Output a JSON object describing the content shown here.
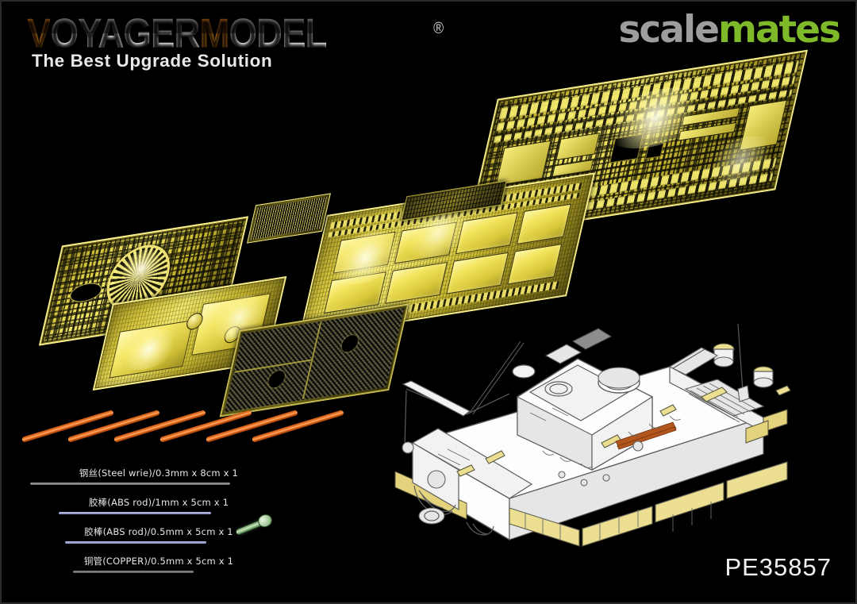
{
  "brand": {
    "logo_text_parts": [
      "VOYAGER",
      "MODEL"
    ],
    "logo_v": "V",
    "logo_oyager": "OYAGER",
    "logo_m": "M",
    "logo_odel": "ODEL",
    "registered_mark": "®",
    "tagline": "The Best Upgrade Solution",
    "accent_orange": "#f7941d",
    "accent_gray": "#d8d8d8"
  },
  "watermark": {
    "scale_text": "scale",
    "mates_text": "mates",
    "gray": "#9d9d9d",
    "green": "#7db928"
  },
  "product": {
    "code": "PE35857"
  },
  "parts_list": [
    {
      "label": "钢丝(Steel wrie)/0.3mm x 8cm x 1",
      "line_style": "steel"
    },
    {
      "label": "胶棒(ABS rod)/1mm x 5cm x 1",
      "line_style": "abs1"
    },
    {
      "label": "胶棒(ABS rod)/0.5mm x 5cm x 1",
      "line_style": "abs2"
    },
    {
      "label": "铜管(COPPER)/0.5mm x 5cm x 1",
      "line_style": "copper"
    }
  ],
  "frets": [
    {
      "id": "fret-main",
      "name": "main-detail-fret",
      "color": "#e8dc62"
    },
    {
      "id": "fret-skirt",
      "name": "side-skirt-fret",
      "color": "#f4e55f"
    },
    {
      "id": "fret-left-top",
      "name": "hatch-detail-fret",
      "color": "#efe273"
    },
    {
      "id": "fret-left-bot",
      "name": "engine-deck-panel-fret",
      "color": "#f5e765"
    },
    {
      "id": "fret-mesh",
      "name": "anti-slip-mesh-fret",
      "color": "#1b1a12"
    },
    {
      "id": "fret-screen",
      "name": "radiator-screen-fret",
      "color": "#e6dc78"
    },
    {
      "id": "fret-strip",
      "name": "small-strip-fret",
      "color": "#cdbd33"
    }
  ],
  "rods": {
    "count": 6,
    "color": "#f08030",
    "material": "copper-rod"
  },
  "tank": {
    "name": "tiger-i-assembly-diagram",
    "body_color": "#ffffff",
    "line_color": "#5a5a5a",
    "pe_highlight_color": "#e8dc8a",
    "tow_cable_color": "#b3561e"
  },
  "colors": {
    "background": "#000000",
    "border": "#2a2a2a",
    "brass": "#d6c63c"
  }
}
